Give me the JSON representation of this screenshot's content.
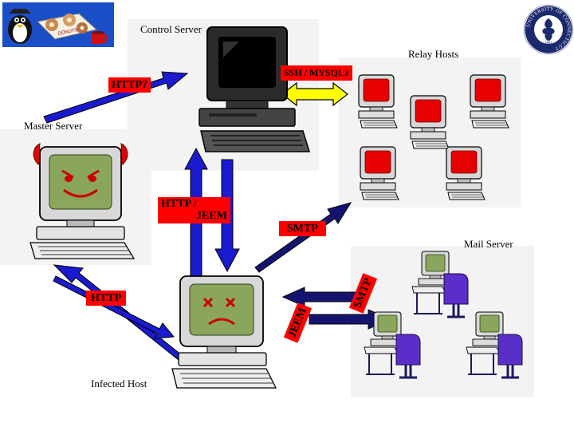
{
  "labels": {
    "control_server": "Control Server",
    "relay_hosts": "Relay Hosts",
    "master_server": "Master Server",
    "mail_server": "Mail Server",
    "infected_host": "Infected Host"
  },
  "tags": {
    "http_q": "HTTP?",
    "ssh_mysql": "SSH / MYSQL?",
    "http_jeem_1": "HTTP /",
    "http_jeem_2": "JEEM",
    "smtp_mid": "SMTP",
    "http_left": "HTTP",
    "jeem_rot": "JEEM",
    "smtp_rot": "SMTP"
  },
  "logo": {
    "donuts_text": "DONUTS",
    "seal_text": "UNIVERSITY OF CONNECTICUT",
    "seal_year": "1881"
  },
  "colors": {
    "tag_red": "#ff0000",
    "arrow_blue": "#1a1ad0",
    "arrow_navy": "#141470",
    "screen_red": "#e60000",
    "screen_green": "#8aa65c",
    "mailbox_purple": "#5a2ec8",
    "seal_blue": "#1a2a6c",
    "ssh_yellow": "#ffff00"
  },
  "icons": [
    "linux-penguin-icon",
    "donut-box-icon",
    "coffee-mug-icon",
    "university-seal-icon",
    "computer-icon",
    "mailbox-icon",
    "devil-horn-icon"
  ]
}
